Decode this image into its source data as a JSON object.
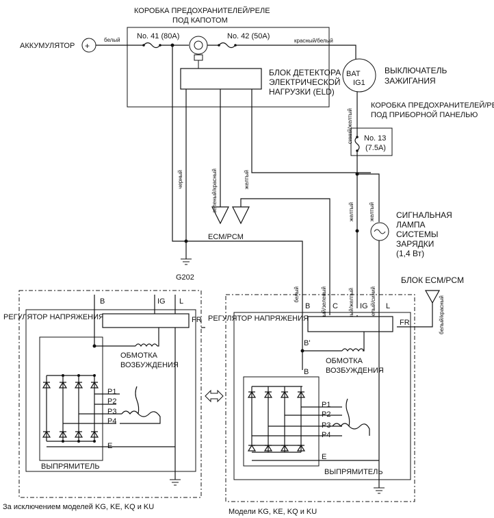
{
  "labels": {
    "fuse_box_top": "КОРОБКА ПРЕДОХРАНИТЕЛЕЙ/РЕЛЕ",
    "fuse_box_top2": "ПОД КАПОТОМ",
    "battery": "АККУМУЛЯТОР",
    "fuse41": "No. 41 (80A)",
    "fuse42": "No. 42 (50A)",
    "wire_white": "белый",
    "wire_red_white": "красный/белый",
    "eld_1": "БЛОК ДЕТЕКТОРА",
    "eld_2": "ЭЛЕКТРИЧЕСКОЙ",
    "eld_3": "НАГРУЗКИ (ELD)",
    "ign_switch_1": "ВЫКЛЮЧАТЕЛЬ",
    "ign_switch_2": "ЗАЖИГАНИЯ",
    "bat": "BAT",
    "ig1": "IG1",
    "fuse_box_dash_1": "КОРОБКА ПРЕДОХРАНИТЕЛЕЙ/РЕЛЕ",
    "fuse_box_dash_2": "ПОД ПРИБОРНОЙ ПАНЕЛЬЮ",
    "blue_yellow": "синий/желтый",
    "fuse13": "No. 13",
    "fuse13_amp": "(7.5A)",
    "wire_black": "черный",
    "wire_green_red": "зеленый/красный",
    "wire_yellow": "желтый",
    "ecm_pcm": "ECM/PCM",
    "g202": "G202",
    "lamp_1": "СИГНАЛЬНАЯ",
    "lamp_2": "ЛАМПА",
    "lamp_3": "СИСТЕМЫ",
    "lamp_4": "ЗАРЯДКИ",
    "lamp_5": "(1,4 Вт)",
    "wire_white_green": "белый/зеленый",
    "wire_black_yellow": "черный/желтый",
    "wire_white_blue": "белый/синий",
    "ecm_block": "БЛОК ECM/PCM",
    "wire_white_red": "белый/красный",
    "reg": "РЕГУЛЯТОР НАПРЯЖЕНИЯ",
    "B": "B",
    "C": "C",
    "IG": "IG",
    "L": "L",
    "FR": "FR",
    "Bp": "B'",
    "field_1": "ОБМОТКА",
    "field_2": "ВОЗБУЖДЕНИЯ",
    "P1": "P1",
    "P2": "P2",
    "P3": "P3",
    "P4": "P4",
    "E": "E",
    "rectifier": "ВЫПРЯМИТЕЛЬ",
    "caption_left": "За исключением моделей KG, KE, KQ и KU",
    "caption_right": "Модели KG, KE, KQ и KU",
    "plus": "+"
  }
}
